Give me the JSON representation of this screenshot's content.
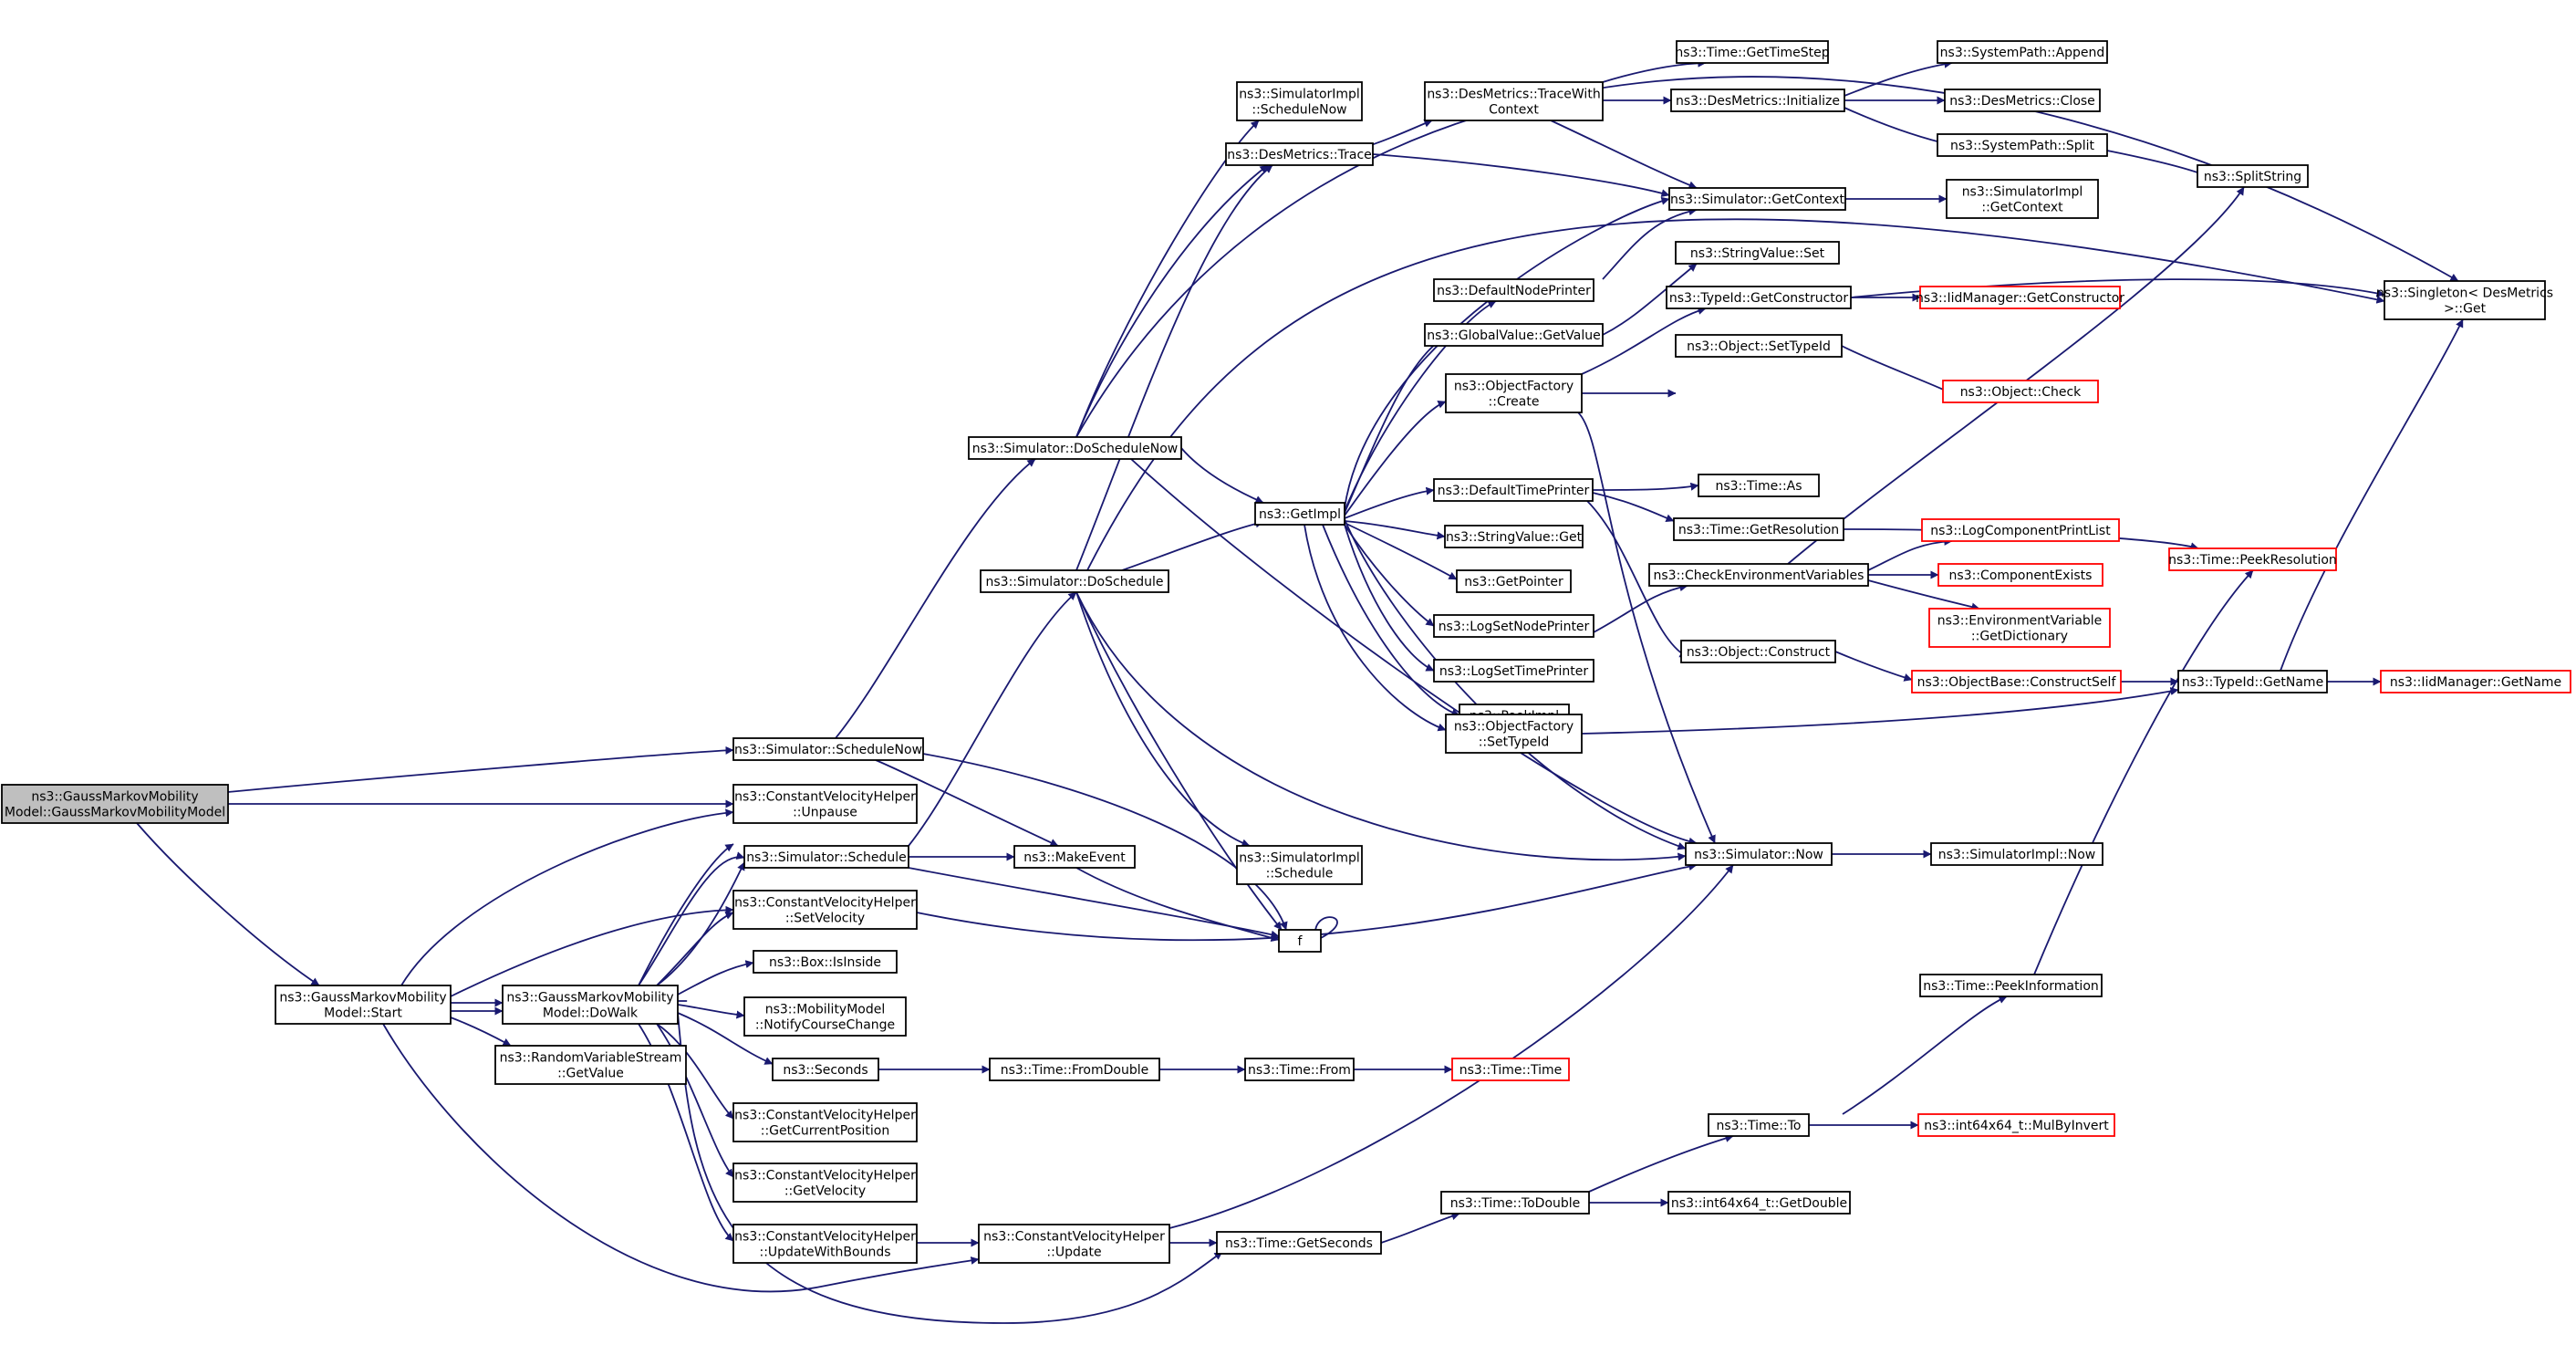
{
  "colors": {
    "edge": "#191970",
    "node_border": "#000000",
    "incomplete_border": "#ff0000",
    "root_fill": "#bfbfbf"
  },
  "nodes": {
    "root": {
      "lines": [
        "ns3::GaussMarkovMobility",
        "Model::GaussMarkovMobilityModel"
      ],
      "style": "root"
    },
    "gmStart": {
      "lines": [
        "ns3::GaussMarkovMobility",
        "Model::Start"
      ]
    },
    "gmDoWalk": {
      "lines": [
        "ns3::GaussMarkovMobility",
        "Model::DoWalk"
      ]
    },
    "schedNow": {
      "lines": [
        "ns3::Simulator::ScheduleNow"
      ]
    },
    "cvhUnpause": {
      "lines": [
        "ns3::ConstantVelocityHelper",
        "::Unpause"
      ]
    },
    "simSchedule": {
      "lines": [
        "ns3::Simulator::Schedule"
      ]
    },
    "cvhSetVel": {
      "lines": [
        "ns3::ConstantVelocityHelper",
        "::SetVelocity"
      ]
    },
    "boxInside": {
      "lines": [
        "ns3::Box::IsInside"
      ]
    },
    "notifyCC": {
      "lines": [
        "ns3::MobilityModel",
        "::NotifyCourseChange"
      ]
    },
    "rvsGetValue": {
      "lines": [
        "ns3::RandomVariableStream",
        "::GetValue"
      ]
    },
    "seconds": {
      "lines": [
        "ns3::Seconds"
      ]
    },
    "cvhGetPos": {
      "lines": [
        "ns3::ConstantVelocityHelper",
        "::GetCurrentPosition"
      ]
    },
    "cvhGetVel": {
      "lines": [
        "ns3::ConstantVelocityHelper",
        "::GetVelocity"
      ]
    },
    "cvhUWB": {
      "lines": [
        "ns3::ConstantVelocityHelper",
        "::UpdateWithBounds"
      ]
    },
    "cvhUpdate": {
      "lines": [
        "ns3::ConstantVelocityHelper",
        "::Update"
      ]
    },
    "doSchedNow": {
      "lines": [
        "ns3::Simulator::DoScheduleNow"
      ]
    },
    "doSchedule": {
      "lines": [
        "ns3::Simulator::DoSchedule"
      ]
    },
    "makeEvent": {
      "lines": [
        "ns3::MakeEvent"
      ]
    },
    "timeFromDouble": {
      "lines": [
        "ns3::Time::FromDouble"
      ]
    },
    "timeFrom": {
      "lines": [
        "ns3::Time::From"
      ]
    },
    "timeTime": {
      "lines": [
        "ns3::Time::Time"
      ],
      "style": "red"
    },
    "simImplSchedNow": {
      "lines": [
        "ns3::SimulatorImpl",
        "::ScheduleNow"
      ]
    },
    "desTrace": {
      "lines": [
        "ns3::DesMetrics::Trace"
      ]
    },
    "getImpl": {
      "lines": [
        "ns3::GetImpl"
      ]
    },
    "simImplSchedule": {
      "lines": [
        "ns3::SimulatorImpl",
        "::Schedule"
      ]
    },
    "f": {
      "lines": [
        "f"
      ]
    },
    "timeGetSeconds": {
      "lines": [
        "ns3::Time::GetSeconds"
      ]
    },
    "traceWithCtx": {
      "lines": [
        "ns3::DesMetrics::TraceWith",
        "Context"
      ]
    },
    "defNodePrinter": {
      "lines": [
        "ns3::DefaultNodePrinter"
      ]
    },
    "gvGetValue": {
      "lines": [
        "ns3::GlobalValue::GetValue"
      ]
    },
    "ofCreate": {
      "lines": [
        "ns3::ObjectFactory",
        "::Create"
      ]
    },
    "defTimePrinter": {
      "lines": [
        "ns3::DefaultTimePrinter"
      ]
    },
    "svGet": {
      "lines": [
        "ns3::StringValue::Get"
      ]
    },
    "getPointer": {
      "lines": [
        "ns3::GetPointer"
      ]
    },
    "logSetNode": {
      "lines": [
        "ns3::LogSetNodePrinter"
      ]
    },
    "logSetTime": {
      "lines": [
        "ns3::LogSetTimePrinter"
      ]
    },
    "peekImpl": {
      "lines": [
        "ns3::PeekImpl"
      ]
    },
    "ofSetTypeId": {
      "lines": [
        "ns3::ObjectFactory",
        "::SetTypeId"
      ]
    },
    "timeToDouble": {
      "lines": [
        "ns3::Time::ToDouble"
      ]
    },
    "timeGetTimeStep": {
      "lines": [
        "ns3::Time::GetTimeStep"
      ]
    },
    "desInit": {
      "lines": [
        "ns3::DesMetrics::Initialize"
      ]
    },
    "simGetContext": {
      "lines": [
        "ns3::Simulator::GetContext"
      ]
    },
    "svSet": {
      "lines": [
        "ns3::StringValue::Set"
      ]
    },
    "tidGetCtor": {
      "lines": [
        "ns3::TypeId::GetConstructor"
      ]
    },
    "objSetTypeId": {
      "lines": [
        "ns3::Object::SetTypeId"
      ]
    },
    "timeAs": {
      "lines": [
        "ns3::Time::As"
      ]
    },
    "timeGetRes": {
      "lines": [
        "ns3::Time::GetResolution"
      ]
    },
    "checkEnv": {
      "lines": [
        "ns3::CheckEnvironmentVariables"
      ]
    },
    "objConstruct": {
      "lines": [
        "ns3::Object::Construct"
      ]
    },
    "simNow": {
      "lines": [
        "ns3::Simulator::Now"
      ]
    },
    "timePeekInfo": {
      "lines": [
        "ns3::Time::PeekInformation"
      ]
    },
    "timeTo": {
      "lines": [
        "ns3::Time::To"
      ]
    },
    "i64GetDouble": {
      "lines": [
        "ns3::int64x64_t::GetDouble"
      ]
    },
    "spAppend": {
      "lines": [
        "ns3::SystemPath::Append"
      ]
    },
    "desClose": {
      "lines": [
        "ns3::DesMetrics::Close"
      ]
    },
    "spSplit": {
      "lines": [
        "ns3::SystemPath::Split"
      ]
    },
    "simImplGetCtx": {
      "lines": [
        "ns3::SimulatorImpl",
        "::GetContext"
      ]
    },
    "iidGetCtor": {
      "lines": [
        "ns3::IidManager::GetConstructor"
      ],
      "style": "red"
    },
    "objCheck": {
      "lines": [
        "ns3::Object::Check"
      ],
      "style": "red"
    },
    "logCompPrint": {
      "lines": [
        "ns3::LogComponentPrintList"
      ],
      "style": "red"
    },
    "compExists": {
      "lines": [
        "ns3::ComponentExists"
      ],
      "style": "red"
    },
    "envGetDict": {
      "lines": [
        "ns3::EnvironmentVariable",
        "::GetDictionary"
      ],
      "style": "red"
    },
    "objBaseCS": {
      "lines": [
        "ns3::ObjectBase::ConstructSelf"
      ],
      "style": "red"
    },
    "simImplNow": {
      "lines": [
        "ns3::SimulatorImpl::Now"
      ]
    },
    "i64MulByInvert": {
      "lines": [
        "ns3::int64x64_t::MulByInvert"
      ],
      "style": "red"
    },
    "splitString": {
      "lines": [
        "ns3::SplitString"
      ]
    },
    "singletonGet": {
      "lines": [
        "ns3::Singleton< DesMetrics",
        " >::Get"
      ]
    },
    "timePeekRes": {
      "lines": [
        "ns3::Time::PeekResolution"
      ],
      "style": "red"
    },
    "tidGetName": {
      "lines": [
        "ns3::TypeId::GetName"
      ]
    },
    "iidGetName": {
      "lines": [
        "ns3::IidManager::GetName"
      ],
      "style": "red"
    }
  }
}
